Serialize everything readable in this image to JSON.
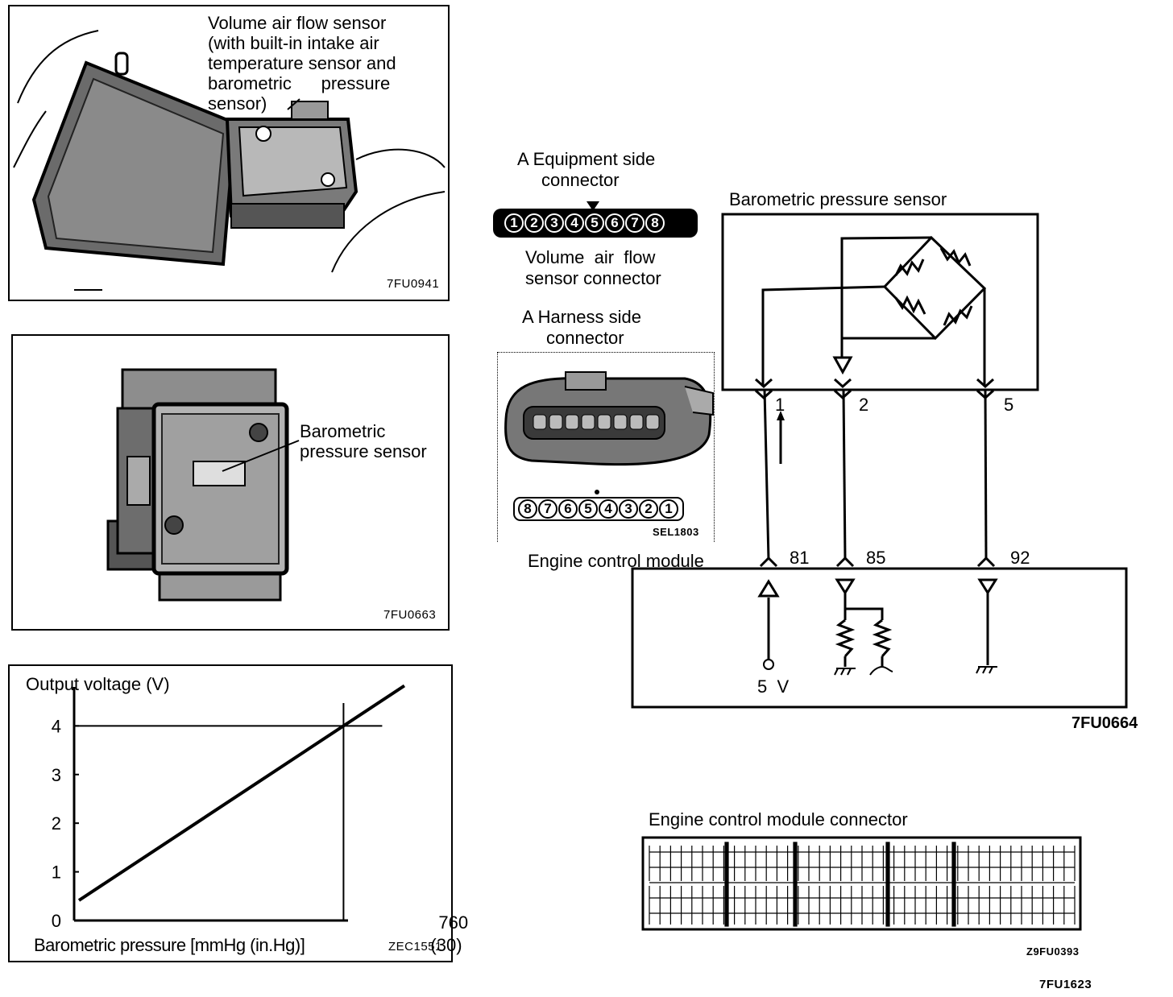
{
  "panel1": {
    "callout_lines": [
      "Volume air flow sensor",
      "(with built-in intake air",
      "temperature sensor and",
      "barometric      pressure",
      "sensor)"
    ],
    "fig_code": "7FU0941"
  },
  "panel2": {
    "callout_lines": [
      "Barometric",
      "pressure sensor"
    ],
    "fig_code": "7FU0663"
  },
  "chart_data": {
    "type": "line",
    "xlabel": "Barometric pressure [mmHg (in.Hg)]",
    "ylabel": "Output voltage (V)",
    "y_ticks": [
      "0",
      "1",
      "2",
      "3",
      "4"
    ],
    "x_ticks": [
      "760",
      "(30)"
    ],
    "series": [
      {
        "x": [
          0,
          760
        ],
        "y": [
          0,
          4
        ]
      }
    ],
    "ylim": [
      0,
      4.8
    ],
    "xlim": [
      0,
      1000
    ],
    "reference": {
      "x": 760,
      "y": 4
    },
    "fig_code": "ZEC1551"
  },
  "equip_connector": {
    "label_lines": [
      "A  Equipment side",
      "connector"
    ],
    "pins": [
      "1",
      "2",
      "3",
      "4",
      "5",
      "6",
      "7",
      "8"
    ],
    "sub_label_lines": [
      "Volume  air  flow",
      "sensor connector"
    ]
  },
  "harness_connector": {
    "label_lines": [
      "A  Harness side",
      "connector"
    ],
    "pins": [
      "8",
      "7",
      "6",
      "5",
      "4",
      "3",
      "2",
      "1"
    ],
    "fig_code": "SEL1803"
  },
  "circuit": {
    "sensor_label": "Barometric pressure sensor",
    "module_label": "Engine control module",
    "sensor_pins": [
      "1",
      "2",
      "5"
    ],
    "module_pins": [
      "81",
      "85",
      "92"
    ],
    "supply_label": "5  V",
    "fig_code": "7FU0664"
  },
  "ecm_connector": {
    "title": "Engine control module connector",
    "fig_code": "Z9FU0393"
  },
  "page_code": "7FU1623"
}
